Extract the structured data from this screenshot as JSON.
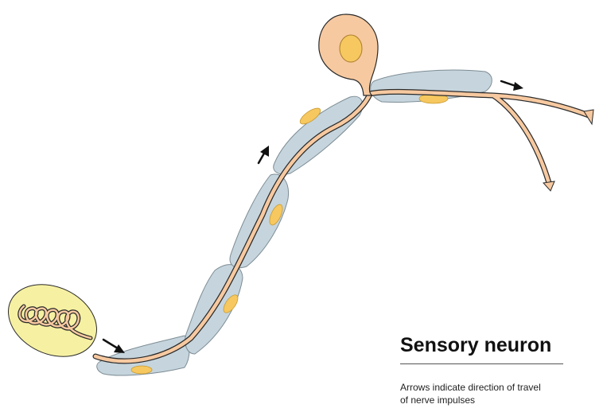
{
  "title": "Sensory neuron",
  "caption": {
    "line1": "Arrows indicate direction of travel",
    "line2": "of nerve impulses"
  },
  "colors": {
    "axon": "#f7c9a0",
    "cell_body": "#f7c9a0",
    "nucleus": "#f6c85f",
    "myelin_sheath": "#c6d5dd",
    "schwann_nucleus": "#f6c85f",
    "receptor_capsule": "#f6f1a2",
    "outline": "#2a2a2a"
  },
  "structures": [
    "sensory-receptor",
    "myelin-sheath",
    "axon",
    "cell-body",
    "nucleus",
    "axon-terminal",
    "direction-arrow"
  ]
}
